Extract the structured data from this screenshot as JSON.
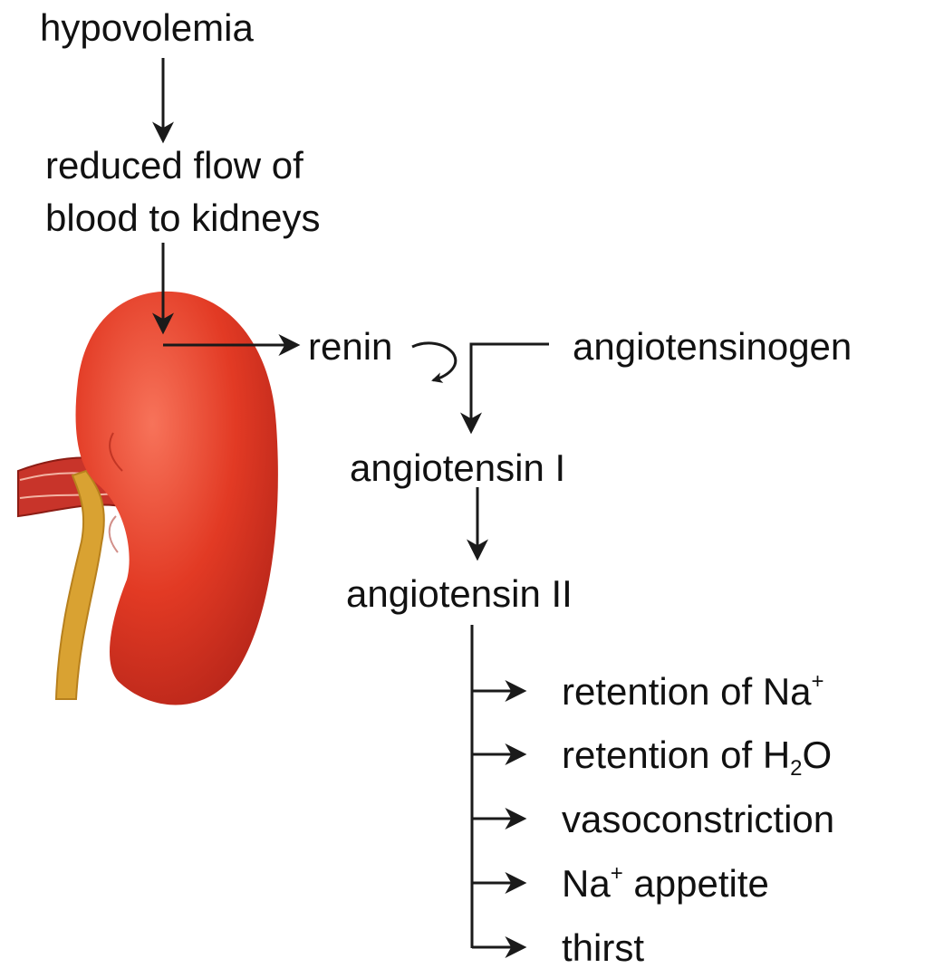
{
  "nodes": {
    "hypovolemia": "hypovolemia",
    "reduced_flow_line1": "reduced flow of",
    "reduced_flow_line2": "blood to kidneys",
    "renin": "renin",
    "angiotensinogen": "angiotensinogen",
    "angiotensin_1": "angiotensin I",
    "angiotensin_2": "angiotensin II"
  },
  "effects": {
    "retention_na": {
      "text": "retention of Na",
      "sup": "+"
    },
    "retention_h2o": {
      "pre": "retention of H",
      "sub": "2",
      "post": "O"
    },
    "vasoconstriction": "vasoconstriction",
    "na_appetite": {
      "pre": "Na",
      "sup": "+",
      "post": " appetite"
    },
    "thirst": "thirst"
  },
  "colors": {
    "text": "#111111",
    "arrow": "#1a1a1a",
    "kidney_main": "#e23a24",
    "kidney_highlight": "#f7735a",
    "kidney_shadow": "#b8261a",
    "ureter": "#d9a232",
    "vessel": "#c8342a"
  },
  "illustration": {
    "icon": "kidney-icon"
  }
}
